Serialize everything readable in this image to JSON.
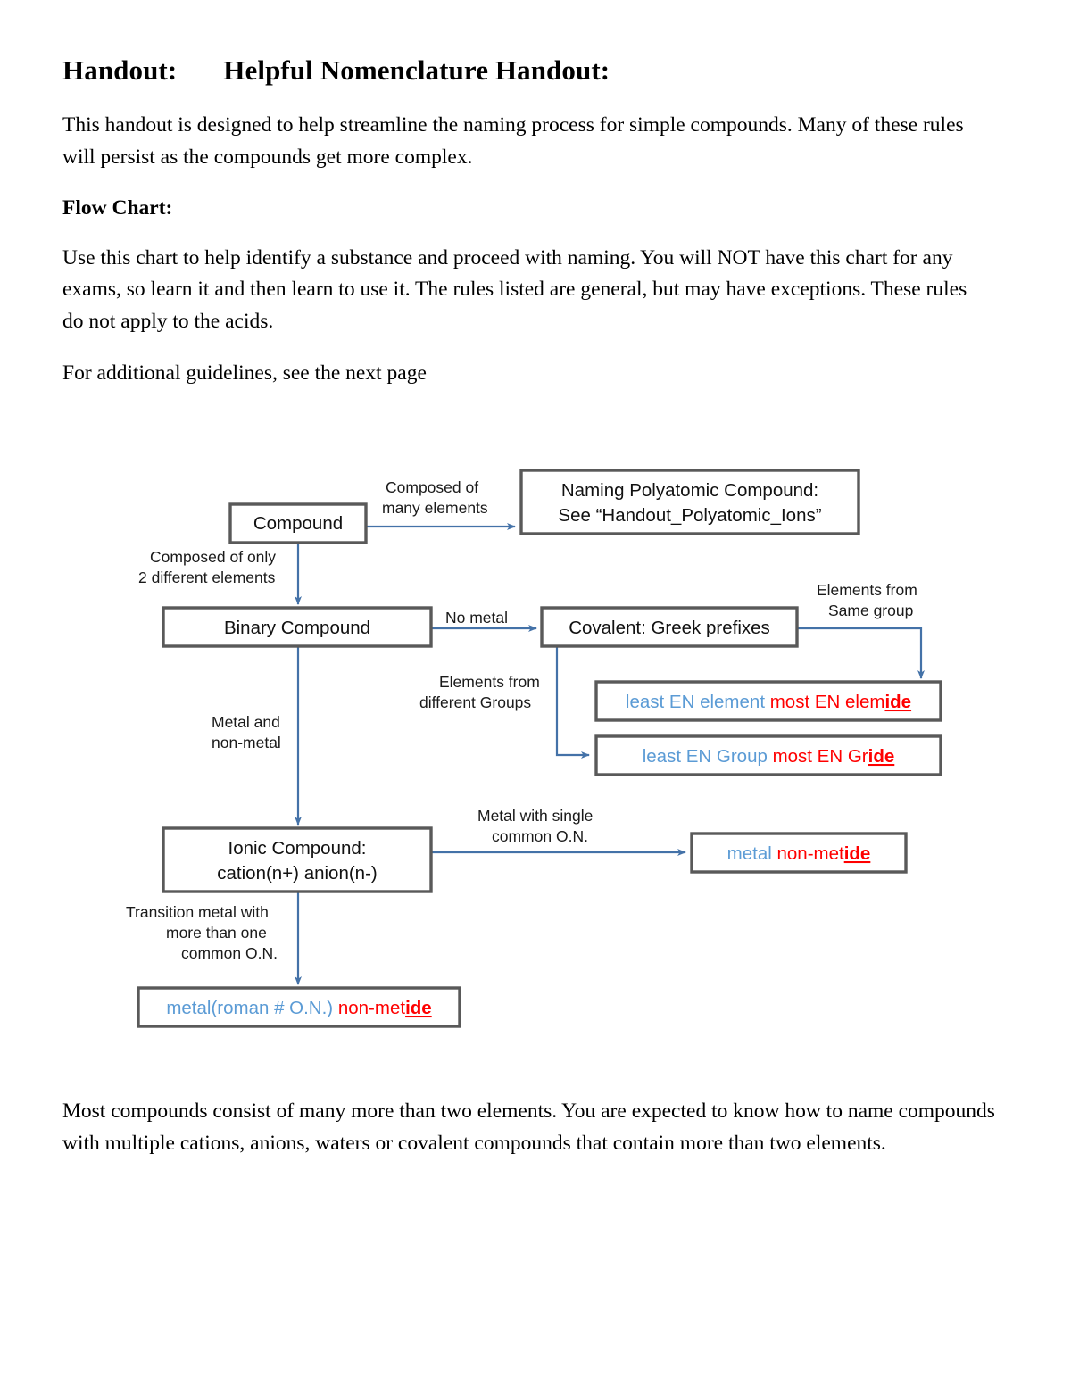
{
  "document": {
    "title_label": "Handout:",
    "title_main": "Helpful Nomenclature Handout:",
    "intro_paragraph": "This handout is designed to help streamline the naming process for simple compounds.  Many of these rules will persist as the compounds get more complex.",
    "flowchart_heading": "Flow Chart:",
    "flowchart_intro": "Use this chart to help identify a substance and proceed with naming.  You will NOT have this chart for any exams, so learn it and then learn to use it.  The rules listed are general, but may have exceptions. These rules do not apply to the acids.",
    "additional_note": "For additional guidelines, see the next page",
    "closing_paragraph": "Most compounds consist of many more than two elements.  You are expected to know how to name compounds with multiple cations, anions, waters or covalent compounds that contain more than two elements."
  },
  "flowchart": {
    "colors": {
      "arrow": "#4472A8",
      "box_border": "#595959",
      "blue_text": "#5B9BD5",
      "red_text": "#FF0000",
      "black_text": "#111111"
    },
    "nodes": {
      "compound": "Compound",
      "polyatomic_line1": "Naming Polyatomic Compound:",
      "polyatomic_line2": "See “Handout_Polyatomic_Ions”",
      "binary_compound": "Binary Compound",
      "covalent": "Covalent: Greek prefixes",
      "ionic_line1": "Ionic Compound:",
      "ionic_line2": "cation(n+) anion(n-)",
      "same_group_result_blue": "least EN element ",
      "same_group_result_red": "most EN elem",
      "same_group_result_suffix": "ide",
      "diff_group_result_blue": "least EN Group ",
      "diff_group_result_red": "most EN Gr",
      "diff_group_result_suffix": "ide",
      "single_on_result_blue": "metal ",
      "single_on_result_red": "non-met",
      "single_on_result_suffix": "ide",
      "multi_on_result_blue": "metal(roman # O.N.) ",
      "multi_on_result_red": "non-met",
      "multi_on_result_suffix": "ide"
    },
    "edge_labels": {
      "many_elements_line1": "Composed of",
      "many_elements_line2": "many elements",
      "two_elements_line1": "Composed of only",
      "two_elements_line2": "2 different elements",
      "no_metal": "No metal",
      "same_group_line1": "Elements from",
      "same_group_line2": "Same group",
      "diff_group_line1": "Elements from",
      "diff_group_line2": "different Groups",
      "metal_nonmetal_line1": "Metal and",
      "metal_nonmetal_line2": "non-metal",
      "single_on_line1": "Metal with single",
      "single_on_line2": "common O.N.",
      "transition_line1": "Transition metal with",
      "transition_line2": "more than one",
      "transition_line3": "common O.N."
    }
  }
}
